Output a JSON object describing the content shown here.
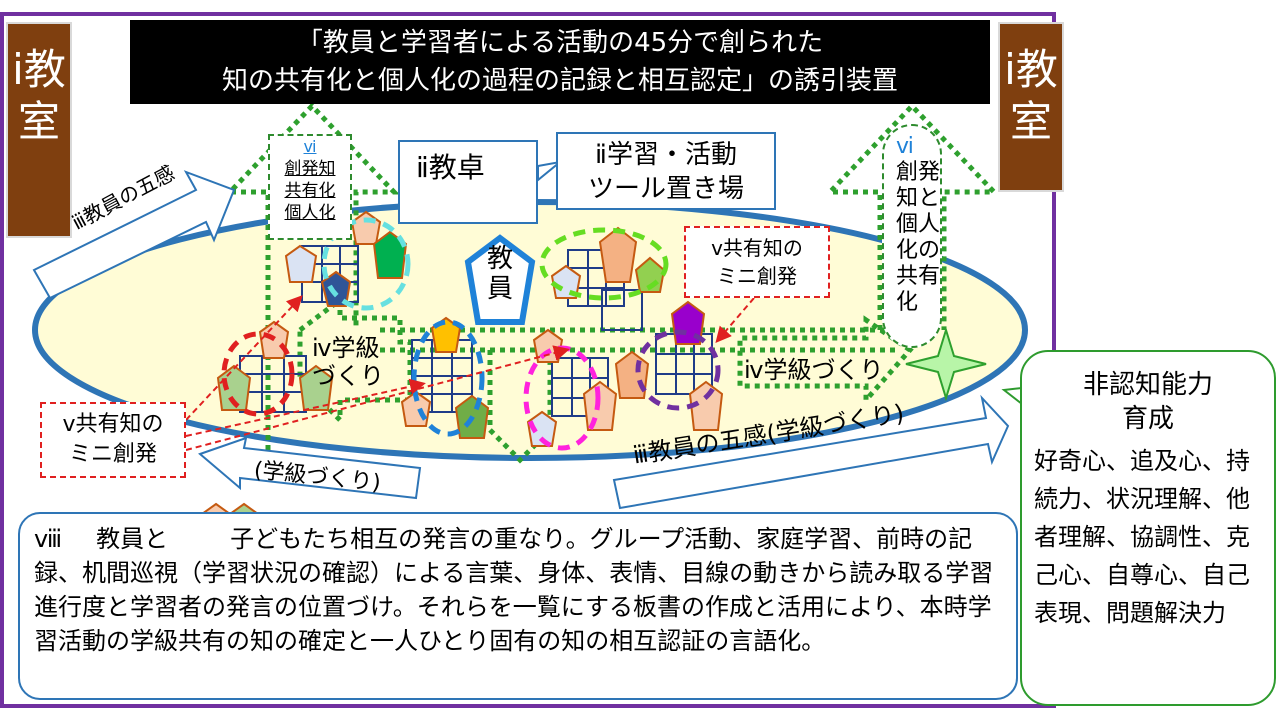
{
  "title": {
    "line1": "「教員と学習者による活動の45分で創られた",
    "line2": "知の共有化と個人化の過程の記録と相互認定」の誘引装置"
  },
  "classroom": {
    "label_left": "ⅰ教室",
    "label_right": "ⅰ教室"
  },
  "desk": {
    "label": "ⅱ教卓"
  },
  "tools": {
    "line1": "ⅱ学習・活動",
    "line2": "ツール置き場"
  },
  "teacher": {
    "label": "教員"
  },
  "senses_left": {
    "label": "ⅲ教員の五感"
  },
  "senses_right": {
    "label": "ⅲ教員の五感(学級づくり)"
  },
  "senses_bottom": {
    "label": "(学級づくり)"
  },
  "class_build_left": {
    "line1": "ⅳ学級",
    "line2": "づくり"
  },
  "class_build_right": {
    "label": "ⅳ学級づくり"
  },
  "mini_right": {
    "line1": "ⅴ共有知の",
    "line2": "ミニ創発"
  },
  "mini_left": {
    "line1": "ⅴ共有知の",
    "line2": "ミニ創発"
  },
  "emergent_left": {
    "num": "ⅵ",
    "line1": "創発知",
    "line2": "共有化",
    "line3": "個人化"
  },
  "emergent_right": {
    "num": "ⅵ",
    "text": "創発知と個人化の共有化"
  },
  "bottom_text": {
    "num": "ⅷ",
    "part1": "教員と",
    "part2": "子どもたち相互の発言の重なり。グループ活動、家庭学習、前時の記録、机間巡視（学習状況の確認）による言葉、身体、表情、目線の動きから読み取る学習進行度と学習者の発言の位置づけ。それらを一覧にする板書の作成と活用により、本時学習活動の学級共有の知の確定と一人ひとり固有の知の相互認証の言語化。"
  },
  "noncognitive": {
    "title_line1": "非認知能力",
    "title_line2": "育成",
    "body": "好奇心、追及心、持続力、状況理解、他者理解、協調性、克己心、自尊心、自己表現、問題解決力"
  },
  "colors": {
    "frame": "#7030a0",
    "room": "#7f3f0f",
    "ellipse_fill": "#fffcd6",
    "ellipse_stroke": "#2e75b6",
    "green_dotted": "#2ea02e",
    "red": "#e02020",
    "teacher_blue": "#1f82d8"
  }
}
